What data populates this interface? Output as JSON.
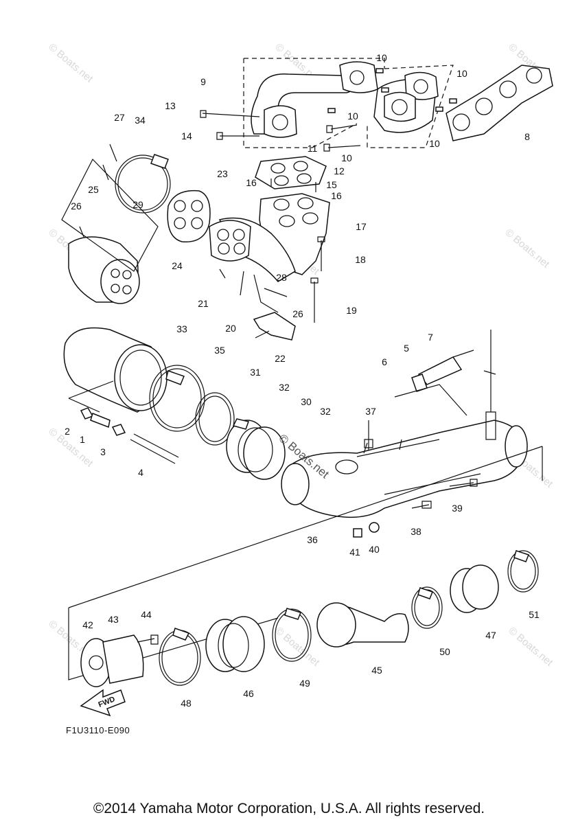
{
  "diagram": {
    "callouts": [
      "1",
      "2",
      "3",
      "4",
      "5",
      "6",
      "7",
      "8",
      "9",
      "10",
      "10",
      "10",
      "10",
      "10",
      "11",
      "12",
      "13",
      "14",
      "15",
      "16",
      "16",
      "17",
      "18",
      "19",
      "20",
      "21",
      "22",
      "23",
      "24",
      "25",
      "26",
      "26",
      "27",
      "28",
      "29",
      "30",
      "31",
      "32",
      "32",
      "33",
      "34",
      "35",
      "36",
      "37",
      "38",
      "39",
      "40",
      "41",
      "42",
      "43",
      "44",
      "45",
      "46",
      "47",
      "48",
      "49",
      "50",
      "51"
    ],
    "fwd_label": "FWD",
    "diagram_code": "F1U3110-E090",
    "watermark": "© Boats.net",
    "watermark_center": "© Boats.net"
  },
  "footer": {
    "copyright": "©2014 Yamaha Motor Corporation, U.S.A. All rights reserved."
  }
}
